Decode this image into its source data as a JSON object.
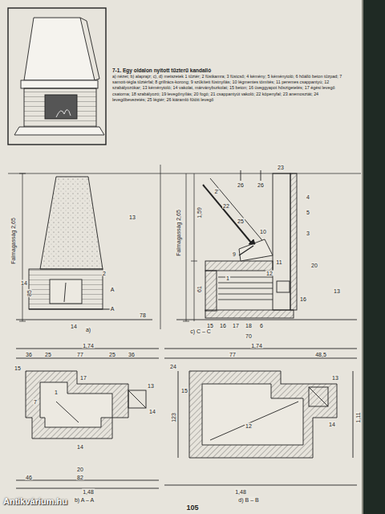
{
  "diagram": {
    "title": "7-1. Egy oldalon nyitott tűzterű kandalló",
    "caption": "a) nézet; b) alaprajz; c), d) metszetek 1 tűztér; 2 füstkamra; 3 füstcső; 4 kémény; 5 kéménytoló; 6 hőálló beton tűzpad; 7 samott-tégla tűztérfal; 8 grillrács-korong; 9 szűkített füstnyílás; 10 légmentes tömítés; 11 peremes csappantyú; 12 szabályozókar; 13 kéménytoló; 14 vakolat, márványburkolat; 15 beton; 16 üveggyapot hőszigetelés; 17 égési levegő csatorna; 18 szabályozó; 19 levegőnyílás; 20 fogó; 21 csappantyút vakoló; 22 köpenyfal; 23 anemosztát; 24 levegőbevezetés; 25 légtér; 26 kiáramló fűtött levegő",
    "labels": [
      "a)",
      "b) A – A",
      "c) C – C",
      "d) B – B",
      "13",
      "14",
      "14",
      "A",
      "A",
      "78",
      "2",
      "Falmagasság 2,65",
      "Falmagasság 2,65",
      "1,59",
      "61",
      "85",
      "23",
      "2'",
      "22",
      "26",
      "26",
      "4",
      "5",
      "25",
      "9",
      "10",
      "1",
      "11",
      "12",
      "13",
      "16",
      "15",
      "16",
      "17",
      "18",
      "6",
      "70",
      "20",
      "3",
      "1,74",
      "36",
      "25",
      "77",
      "25",
      "36",
      "15",
      "1",
      "7",
      "17",
      "13",
      "14",
      "14",
      "20",
      "82",
      "46",
      "1,48",
      "1,74",
      "77",
      "48,5",
      "24",
      "15",
      "12",
      "13",
      "14",
      "1,48",
      "1,11",
      "123",
      "105",
      "Antikvárium.hu"
    ]
  }
}
